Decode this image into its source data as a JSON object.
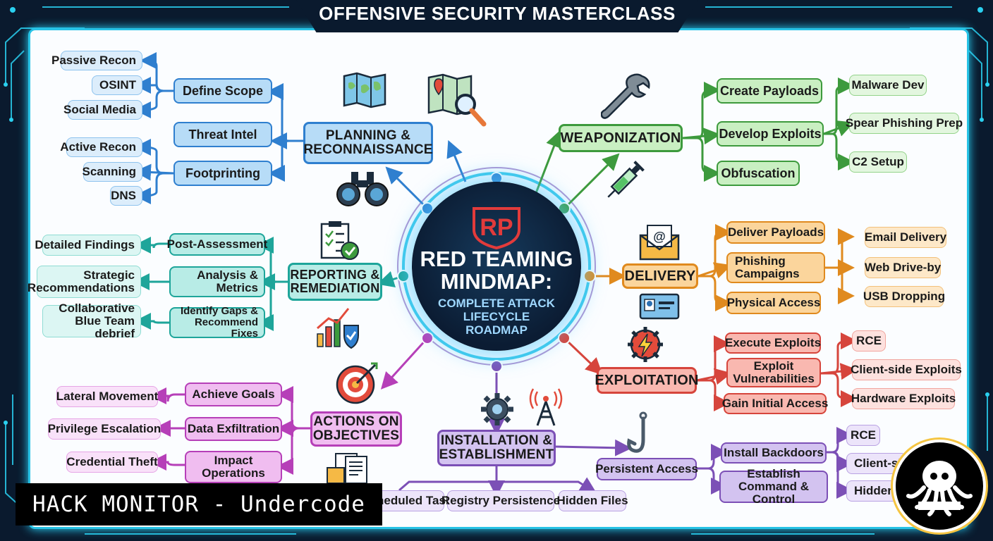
{
  "title": "OFFENSIVE SECURITY MASTERCLASS",
  "center": {
    "logo_text": "RP",
    "title_line1": "RED TEAMING",
    "title_line2": "MINDMAP:",
    "subtitle_line1": "COMPLETE ATTACK",
    "subtitle_line2": "LIFECYCLE",
    "subtitle_line3": "ROADMAP"
  },
  "colors": {
    "planning": "#2f7fcf",
    "planning_fill": "#b7dcf7",
    "weaponization": "#3d9a3d",
    "weaponization_fill": "#c9efc2",
    "delivery": "#e08a1e",
    "delivery_fill": "#fbd59c",
    "exploitation": "#d6453c",
    "exploitation_fill": "#f9b8b0",
    "installation": "#7c50b6",
    "installation_fill": "#d3c3f0",
    "actions": "#b63fb8",
    "actions_fill": "#f0bdf0",
    "reporting": "#1ea59a",
    "reporting_fill": "#b8ece6",
    "frame_accent": "#27c3e6"
  },
  "planning": {
    "label": "PLANNING & RECONNAISSANCE",
    "children": [
      {
        "label": "Define Scope",
        "children": [
          "Passive Recon",
          "OSINT",
          "Social Media"
        ]
      },
      {
        "label": "Threat Intel",
        "children": []
      },
      {
        "label": "Footprinting",
        "children": [
          "Active Recon",
          "Scanning",
          "DNS"
        ]
      }
    ]
  },
  "weaponization": {
    "label": "WEAPONIZATION",
    "children": [
      {
        "label": "Create Payloads",
        "children": [
          "Malware Dev"
        ]
      },
      {
        "label": "Develop Exploits",
        "children": [
          "Spear Phishing Prep"
        ]
      },
      {
        "label": "Obfuscation",
        "children": [
          "C2 Setup"
        ]
      }
    ]
  },
  "delivery": {
    "label": "DELIVERY",
    "children": [
      {
        "label": "Deliver Payloads"
      },
      {
        "label": "Phishing Campaigns",
        "children": [
          "Email Delivery",
          "Web Drive-by",
          "USB Dropping"
        ]
      },
      {
        "label": "Physical Access"
      }
    ]
  },
  "exploitation": {
    "label": "EXPLOITATION",
    "children": [
      {
        "label": "Execute Exploits"
      },
      {
        "label": "Exploit Vulnerabilities",
        "children": [
          "RCE",
          "Client-side Exploits",
          "Hardware Exploits"
        ]
      },
      {
        "label": "Gain Initial Access"
      }
    ]
  },
  "installation": {
    "label": "INSTALLATION & ESTABLISHMENT",
    "children": [
      "Scheduled Tasks",
      "Registry Persistence",
      "Hidden Files"
    ],
    "persistent_access": {
      "label": "Persistent Access",
      "children": [
        {
          "label": "Install Backdoors",
          "children": [
            "RCE",
            "Client-side Exploits",
            "Hidden Files"
          ]
        },
        {
          "label": "Establish Command & Control"
        }
      ]
    }
  },
  "actions": {
    "label": "ACTIONS ON OBJECTIVES",
    "children": [
      {
        "label": "Achieve Goals",
        "child": "Lateral Movement"
      },
      {
        "label": "Data Exfiltration",
        "child": "Privilege Escalation"
      },
      {
        "label": "Impact Operations",
        "child": "Credential Theft"
      }
    ]
  },
  "reporting": {
    "label": "REPORTING & REMEDIATION",
    "children": [
      {
        "label": "Post-Assessment",
        "child": "Detailed Findings"
      },
      {
        "label": "Analysis & Metrics",
        "child": "Strategic Recommendations"
      },
      {
        "label": "Identify Gaps & Recommend Fixes",
        "child": "Collaborative Blue Team debrief"
      }
    ]
  },
  "watermark": "HACK MONITOR - Undercode",
  "icons": [
    "map-icon",
    "location-map-icon",
    "binoculars-icon",
    "wrench-icon",
    "syringe-icon",
    "envelope-icon",
    "id-card-icon",
    "lightning-gear-icon",
    "gear-icon",
    "antenna-icon",
    "hook-icon",
    "target-icon",
    "documents-icon",
    "checklist-icon",
    "chart-shield-icon",
    "octopus-logo-icon"
  ]
}
